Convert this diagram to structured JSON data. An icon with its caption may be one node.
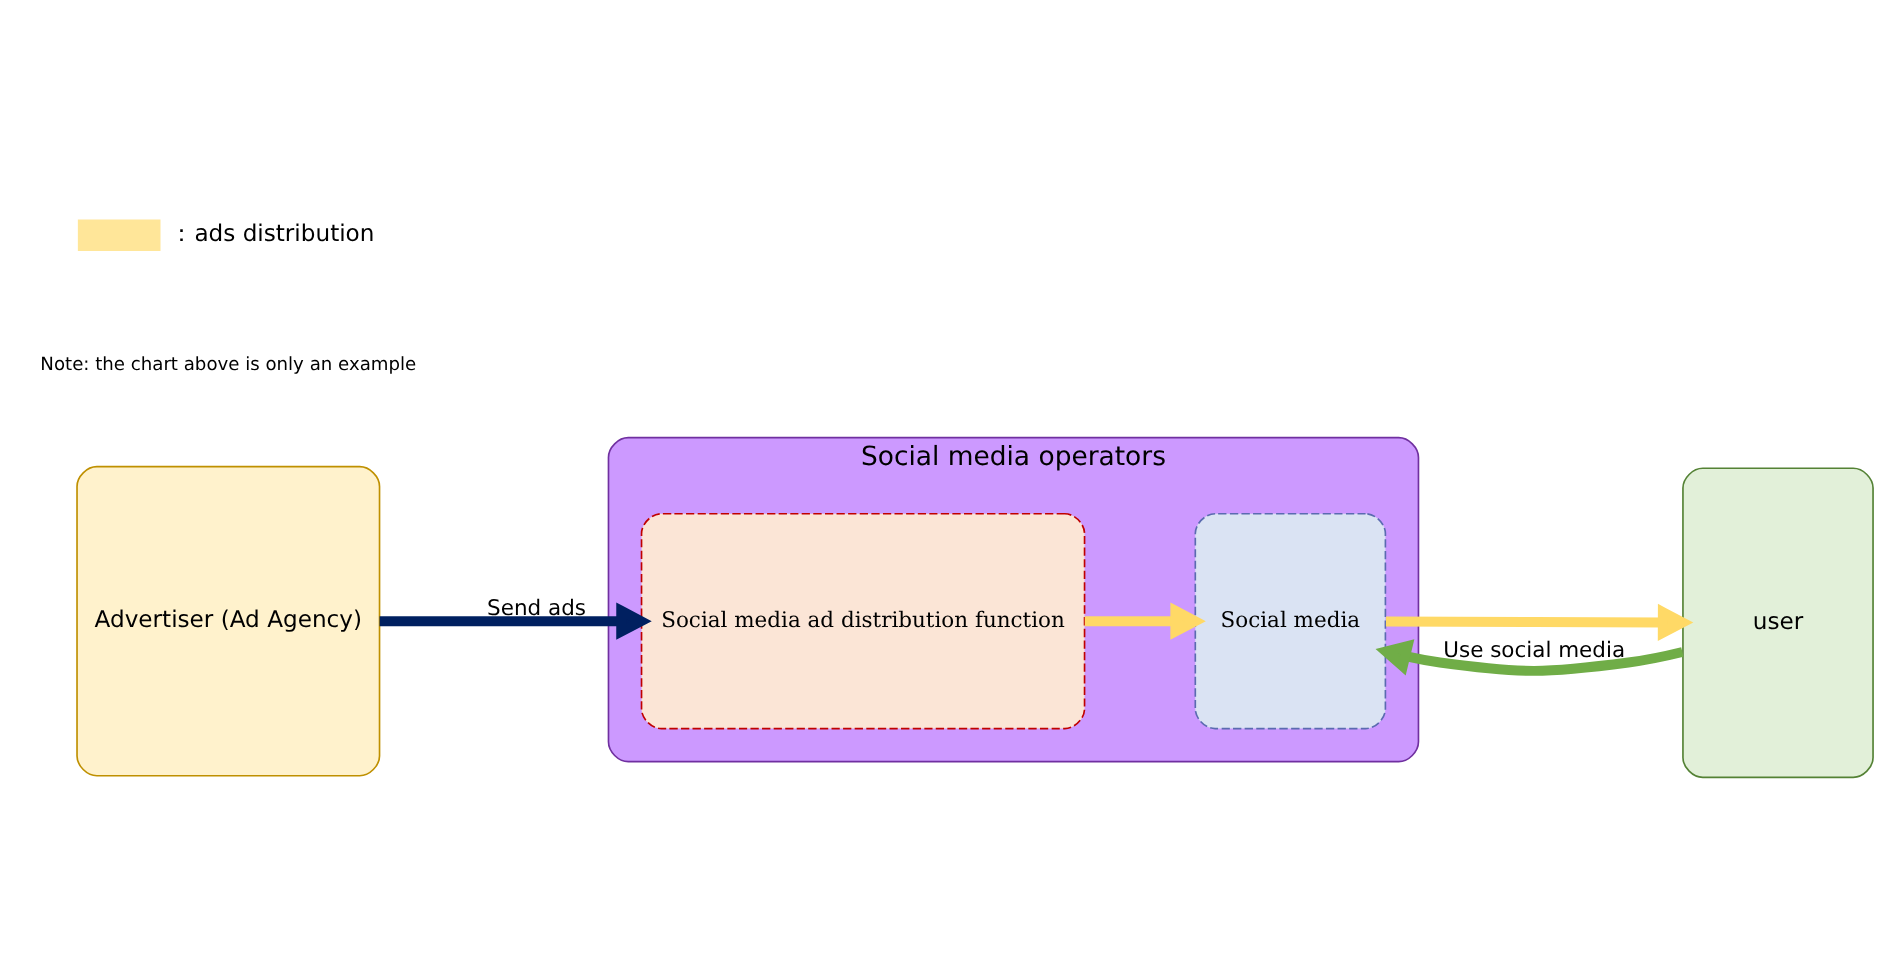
{
  "diagram": {
    "nodes": [
      {
        "text": [
          "Advertiser (Ad Agency)"
        ]
      },
      {
        "text": [
          "Social media operators"
        ]
      },
      {
        "text": [
          "Social media ad distribution function"
        ],
        "in": 1
      },
      {
        "text": [
          "Social media"
        ],
        "in": 1
      },
      {
        "text": [
          "user"
        ]
      }
    ],
    "edges": [
      {
        "from": 0,
        "to": 2,
        "arrow": "to",
        "label": "Send ads",
        "color": "#002060"
      },
      {
        "from": 2,
        "to": 3,
        "arrow": "to"
      },
      {
        "from": 3,
        "to": 4,
        "arrow": "to"
      },
      {
        "from": 4,
        "to": 3,
        "arrow": "to",
        "label": "Use social media",
        "color": "#70ad47"
      }
    ],
    "labels": [
      "Note: the chart above is only an example"
    ],
    "legend": [
      {
        "text": "：ads distribution",
        "color": "#ffe699"
      }
    ]
  }
}
